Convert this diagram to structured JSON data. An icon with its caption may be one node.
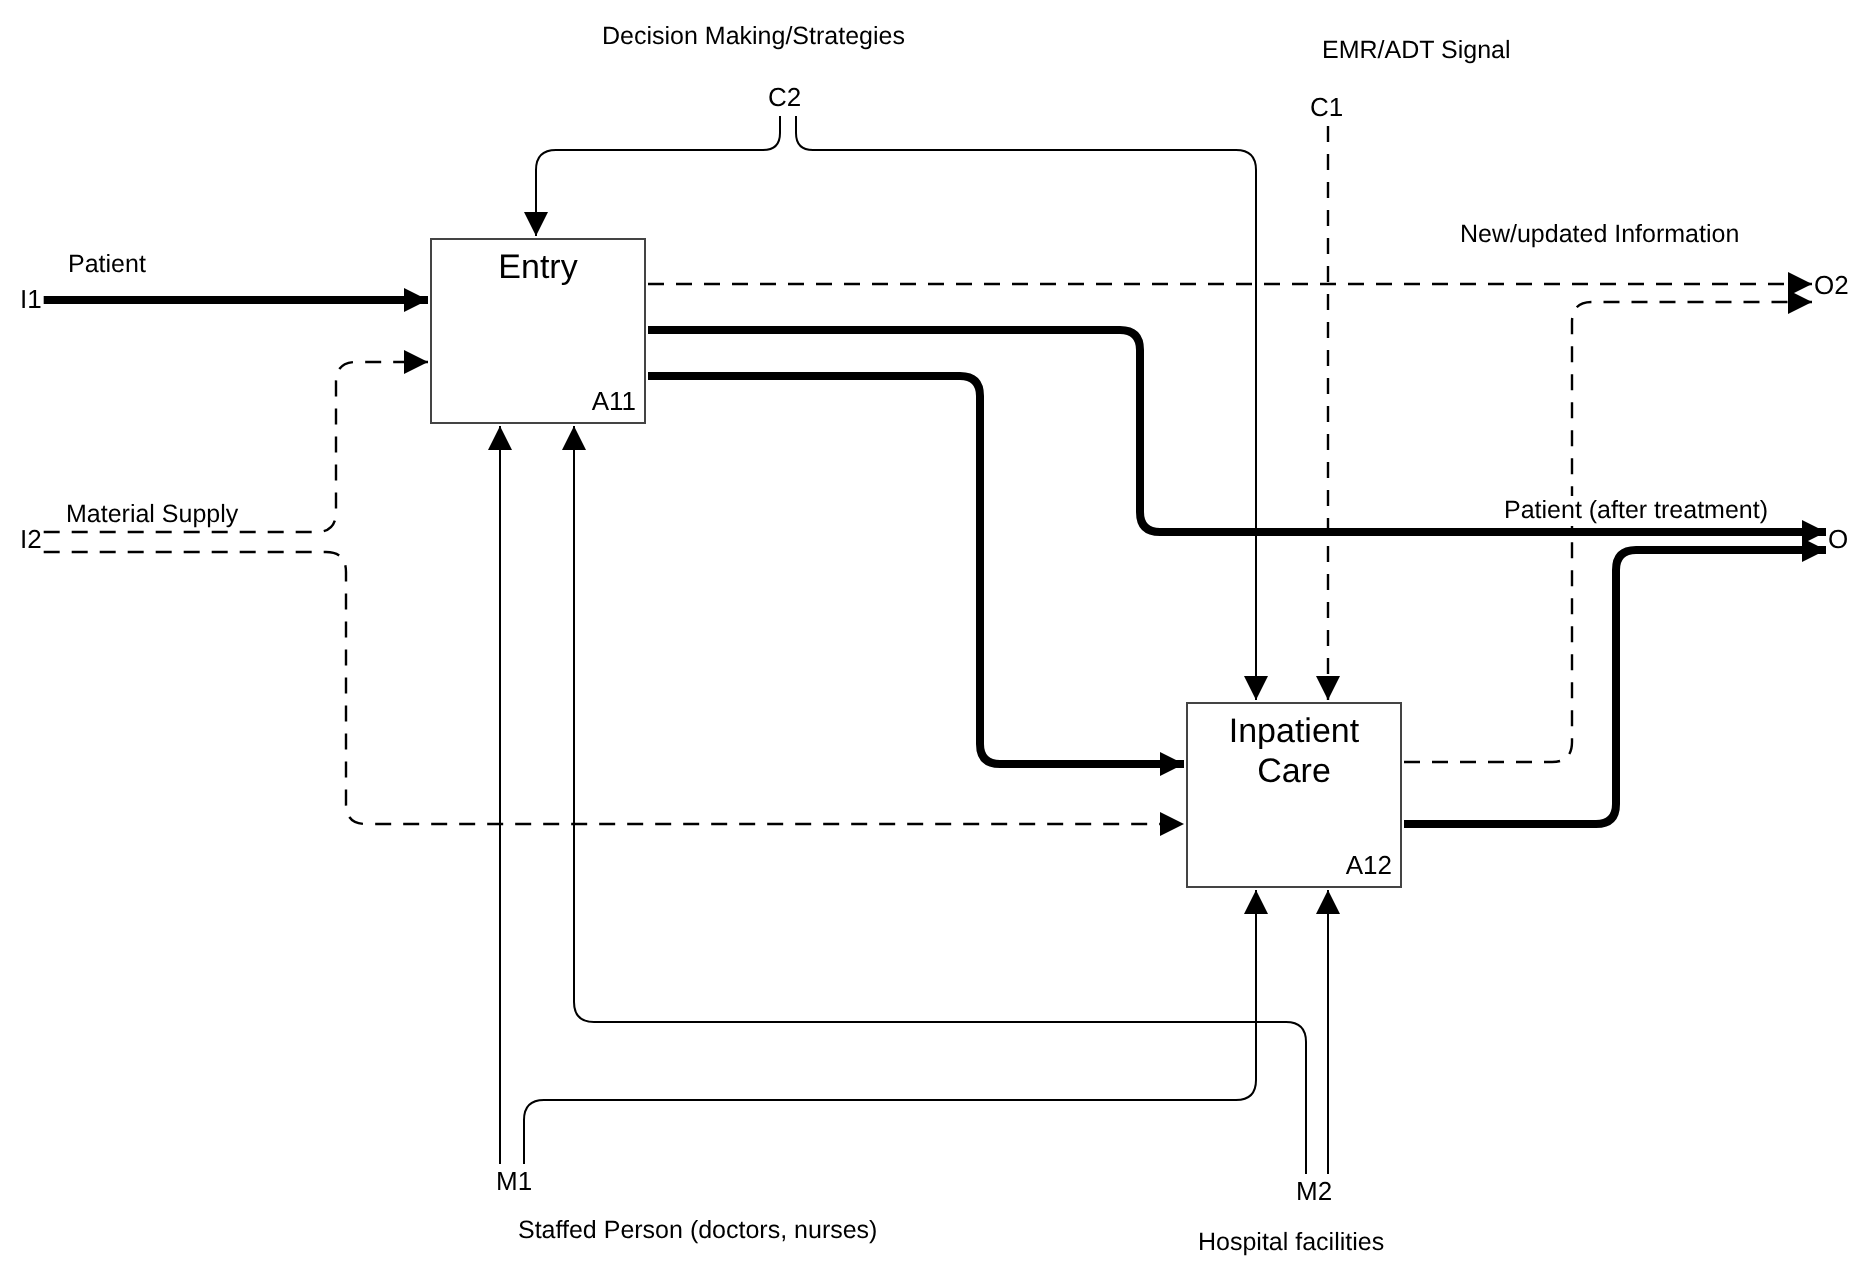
{
  "diagram": {
    "nodes": [
      {
        "text": [
          "Entry",
          "A11"
        ]
      },
      {
        "text": [
          "Inpatient Care",
          "A12"
        ]
      },
      {
        "text": [
          "I1"
        ],
        "beside": [
          "Patient"
        ]
      },
      {
        "text": [
          "I2"
        ],
        "beside": [
          "Material Supply"
        ]
      },
      {
        "text": [
          "C2"
        ],
        "beside": [
          "Decision Making/Strategies"
        ]
      },
      {
        "text": [
          "C1"
        ],
        "beside": [
          "EMR/ADT Signal"
        ]
      },
      {
        "text": [
          "O2"
        ],
        "beside": [
          "New/updated Information"
        ]
      },
      {
        "text": [
          "O"
        ],
        "beside": [
          "Patient (after treatment)"
        ]
      },
      {
        "text": [
          "M1"
        ],
        "beside": [
          "Staffed Person (doctors, nurses)"
        ]
      },
      {
        "text": [
          "M2"
        ],
        "beside": [
          "Hospital facilities"
        ]
      }
    ],
    "edges": [
      {
        "from": 2,
        "to": 0,
        "arrow": "to",
        "style": "thick"
      },
      {
        "from": 3,
        "to": 0,
        "arrow": "to",
        "style": "dashed"
      },
      {
        "from": 3,
        "to": 1,
        "arrow": "to",
        "style": "dashed"
      },
      {
        "from": 4,
        "to": 0,
        "arrow": "to"
      },
      {
        "from": 4,
        "to": 1,
        "arrow": "to"
      },
      {
        "from": 5,
        "to": 1,
        "arrow": "to",
        "style": "dashed"
      },
      {
        "from": 0,
        "to": 6,
        "arrow": "to",
        "style": "dashed"
      },
      {
        "from": 0,
        "to": 7,
        "arrow": "to",
        "style": "thick"
      },
      {
        "from": 0,
        "to": 1,
        "arrow": "to",
        "style": "thick"
      },
      {
        "from": 1,
        "to": 6,
        "arrow": "to",
        "style": "dashed"
      },
      {
        "from": 1,
        "to": 7,
        "arrow": "to",
        "style": "thick"
      },
      {
        "from": 8,
        "to": 0,
        "arrow": "to"
      },
      {
        "from": 8,
        "to": 1,
        "arrow": "to"
      },
      {
        "from": 9,
        "to": 0,
        "arrow": "to"
      },
      {
        "from": 9,
        "to": 1,
        "arrow": "to"
      }
    ]
  }
}
